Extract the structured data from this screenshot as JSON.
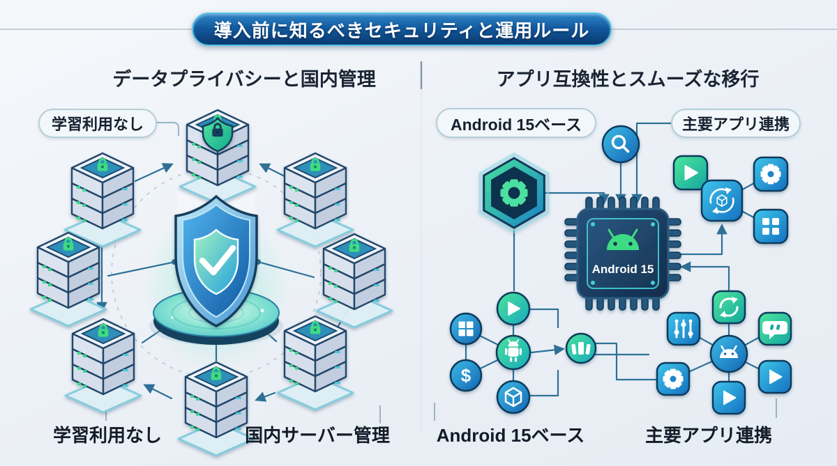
{
  "title": "導入前に知るべきセキュリティと運用ルール",
  "left_panel": {
    "heading": "データプライバシーと国内管理",
    "callout": "学習利用なし",
    "bottom_labels": [
      "学習利用なし",
      "国内サーバー管理"
    ],
    "server_count": 8,
    "icons": [
      "server-stack-icon",
      "lock-icon",
      "shield-check-icon",
      "platform-disc"
    ]
  },
  "right_panel": {
    "heading": "アプリ互換性とスムーズな移行",
    "callouts": [
      "Android 15ベース",
      "主要アプリ連携"
    ],
    "chip_label": "Android 15",
    "dollar_glyph": "$",
    "bottom_labels": [
      "Android 15ベース",
      "主要アプリ連携"
    ],
    "icons": [
      "hexagon-gear-icon",
      "search-icon",
      "android-chip-icon",
      "android-logo-icon",
      "play-store-icon",
      "package-sync-icon",
      "gear-icon",
      "app-grid-icon",
      "windows-icon",
      "android-robot-icon",
      "dollar-icon",
      "cube-icon",
      "panorama-icon",
      "sync-icon",
      "sliders-icon",
      "chat-icon",
      "android-head-icon"
    ]
  },
  "colors": {
    "background": "#edf1f6",
    "banner_top": "#2f85c8",
    "banner_bottom": "#0a3a70",
    "banner_border": "#52c4e6",
    "heading_text": "#1b2433",
    "connector": "#2e7096",
    "android_green": "#3ddc84",
    "teal_accent": "#3fc1c9",
    "tile_blue": "#1470c0",
    "tile_green": "#13a69e",
    "shield_blue": "#1259a4",
    "chip_navy": "#122c4c"
  }
}
